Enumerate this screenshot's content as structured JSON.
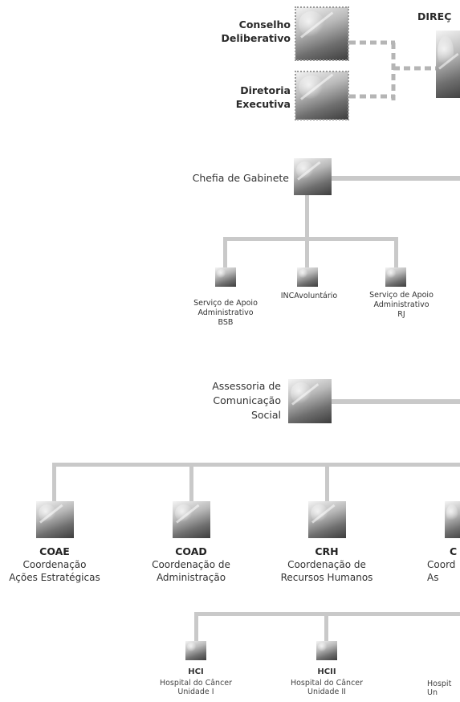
{
  "top": {
    "conselho": "Conselho\nDeliberativo",
    "diretoria": "Diretoria\nExecutiva",
    "direcao": "DIREÇ"
  },
  "gabinete": {
    "label": "Chefia de Gabinete",
    "children": [
      {
        "label": "Serviço de Apoio\nAdministrativo\nBSB"
      },
      {
        "label": "INCAvoluntário"
      },
      {
        "label": "Serviço de Apoio\nAdministrativo\nRJ"
      }
    ]
  },
  "comunicacao": {
    "label": "Assessoria de\nComunicação\nSocial"
  },
  "coordenacoes": [
    {
      "code": "COAE",
      "name": "Coordenação\nAções Estratégicas"
    },
    {
      "code": "COAD",
      "name": "Coordenação de\nAdministração"
    },
    {
      "code": "CRH",
      "name": "Coordenação de\nRecursos Humanos"
    },
    {
      "code": "C",
      "name": "Coord\nAs"
    }
  ],
  "hospitais": [
    {
      "code": "HCI",
      "name": "Hospital do Câncer\nUnidade I"
    },
    {
      "code": "HCII",
      "name": "Hospital do Câncer\nUnidade II"
    },
    {
      "code": "",
      "name": "Hospit\nUn"
    }
  ]
}
